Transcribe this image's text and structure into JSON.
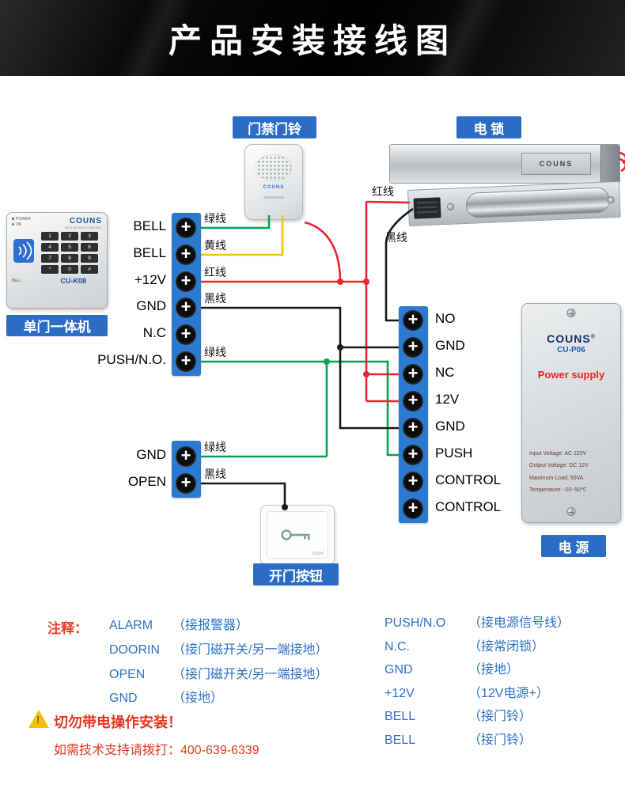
{
  "header": {
    "title": "产品安装接线图"
  },
  "keypad": {
    "label": "单门一体机",
    "brand": "COUNS",
    "brand_sub": "NEW ACCESS CONTROL",
    "model": "CU-K08",
    "power_led": "POWER",
    "ok_led": "OK",
    "bell_key": "BELL",
    "keys": [
      "1",
      "2",
      "3",
      "4",
      "5",
      "6",
      "7",
      "8",
      "9",
      "*",
      "0",
      "#"
    ]
  },
  "doorbell": {
    "label": "门禁门铃",
    "brand": "COUNS"
  },
  "lock": {
    "label": "电 锁",
    "brand": "COUNS"
  },
  "power_supply": {
    "label": "电 源",
    "brand": "COUNS",
    "reg": "®",
    "model": "CU-P06",
    "title": "Power supply",
    "specs": [
      "Input Voltage: AC 220V",
      "Output Voltage: DC 12V",
      "Maximum Load: 50VA",
      "Temperature: -20~50℃"
    ]
  },
  "exit_button": {
    "label": "开门按钮",
    "button_text": "PUSH"
  },
  "left_terminal": {
    "rows": [
      {
        "pin": "BELL",
        "wire": "绿线"
      },
      {
        "pin": "BELL",
        "wire": "黄线"
      },
      {
        "pin": "+12V",
        "wire": "红线"
      },
      {
        "pin": "GND",
        "wire": "黑线"
      },
      {
        "pin": "N.C",
        "wire": ""
      },
      {
        "pin": "PUSH/N.O.",
        "wire": "绿线"
      }
    ]
  },
  "lower_terminal": {
    "rows": [
      {
        "pin": "GND",
        "wire": "绿线"
      },
      {
        "pin": "OPEN",
        "wire": "黑线"
      }
    ]
  },
  "right_terminal": {
    "pins": [
      "NO",
      "GND",
      "NC",
      "12V",
      "GND",
      "PUSH",
      "CONTROL",
      "CONTROL"
    ]
  },
  "wire_tags": {
    "red": "红线",
    "black": "黑线"
  },
  "notes": {
    "heading": "注释：",
    "left": [
      {
        "term": "ALARM",
        "desc": "（接报警器）"
      },
      {
        "term": "DOORIN",
        "desc": "（接门磁开关/另一端接地）"
      },
      {
        "term": "OPEN",
        "desc": "（接门磁开关/另一端接地）"
      },
      {
        "term": "GND",
        "desc": "（接地）"
      }
    ],
    "right": [
      {
        "term": "PUSH/N.O",
        "desc": "（接电源信号线）"
      },
      {
        "term": "N.C.",
        "desc": "（接常闭锁）"
      },
      {
        "term": "GND",
        "desc": "（接地）"
      },
      {
        "term": "+12V",
        "desc": "（12V电源+）"
      },
      {
        "term": "BELL",
        "desc": "（接门铃）"
      },
      {
        "term": "BELL",
        "desc": "（接门铃）"
      }
    ]
  },
  "warning": {
    "icon": "!",
    "line1": "切勿带电操作安装！",
    "line2": "如需技术支持请拨打：400-639-6339"
  },
  "colors": {
    "green_wire": "#00a651",
    "yellow_wire": "#f2c500",
    "red_wire": "#e9262c",
    "black_wire": "#1a1a1a",
    "terminal_blue": "#2b79d0",
    "tag_blue": "#2b6cc4"
  }
}
